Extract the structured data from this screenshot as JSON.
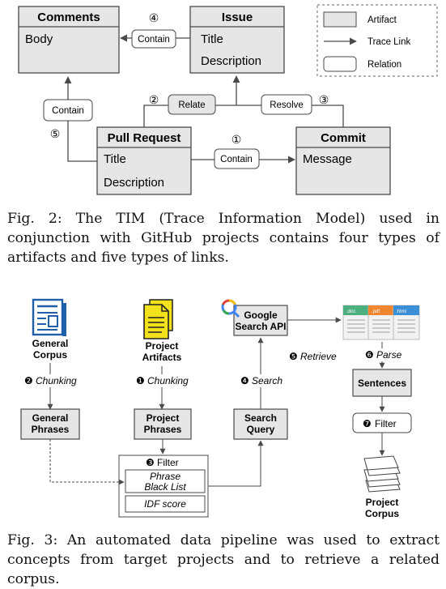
{
  "fig2": {
    "comments": {
      "title": "Comments",
      "fields": [
        "Body"
      ]
    },
    "issue": {
      "title": "Issue",
      "fields": [
        "Title",
        "Description"
      ]
    },
    "pull_request": {
      "title": "Pull Request",
      "fields": [
        "Title",
        "Description"
      ]
    },
    "commit": {
      "title": "Commit",
      "fields": [
        "Message"
      ]
    },
    "relations": {
      "contain_top": "Contain",
      "contain_left": "Contain",
      "contain_mid": "Contain",
      "relate": "Relate",
      "resolve": "Resolve"
    },
    "numbers": {
      "n1": "①",
      "n2": "②",
      "n3": "③",
      "n4": "④",
      "n5": "⑤"
    },
    "legend": {
      "artifact": "Artifact",
      "trace_link": "Trace Link",
      "relation": "Relation"
    },
    "caption": "Fig. 2: The TIM (Trace Information Model) used in conjunction with GitHub projects contains four types of artifacts and five types of links."
  },
  "fig3": {
    "general_corpus": [
      "General",
      "Corpus"
    ],
    "project_artifacts": [
      "Project",
      "Artifacts"
    ],
    "google_api": [
      "Google",
      "Search API"
    ],
    "chunking_left": "Chunking",
    "chunking_mid": "Chunking",
    "search_label": "Search",
    "retrieve_label": "Retrieve",
    "parse_label": "Parse",
    "general_phrases": [
      "General",
      "Phrases"
    ],
    "project_phrases": [
      "Project",
      "Phrases"
    ],
    "search_query": [
      "Search",
      "Query"
    ],
    "sentences": "Sentences",
    "filter_main": "Filter",
    "phrase_black_list": [
      "Phrase",
      "Black List"
    ],
    "idf_score": "IDF score",
    "filter_right": "Filter",
    "project_corpus": [
      "Project",
      "Corpus"
    ],
    "doc_tabs": [
      ".doc",
      ".pdf",
      ".html"
    ],
    "step_nums": {
      "s2": "❷",
      "s1": "❶",
      "s3": "❸",
      "s4": "❹",
      "s5": "❺",
      "s6": "❻",
      "s7": "❼"
    },
    "caption": "Fig. 3: An automated data pipeline was used to extract concepts from target projects and to retrieve a related corpus."
  },
  "colors": {
    "artifact_fill": "#e6e6e6",
    "stroke": "#4a4a4a",
    "doc_green": "#4caf7d",
    "doc_orange": "#f0862f",
    "doc_blue": "#3a8fd6",
    "project_yellow": "#f2e11b",
    "google_blue": "#4285f4"
  }
}
